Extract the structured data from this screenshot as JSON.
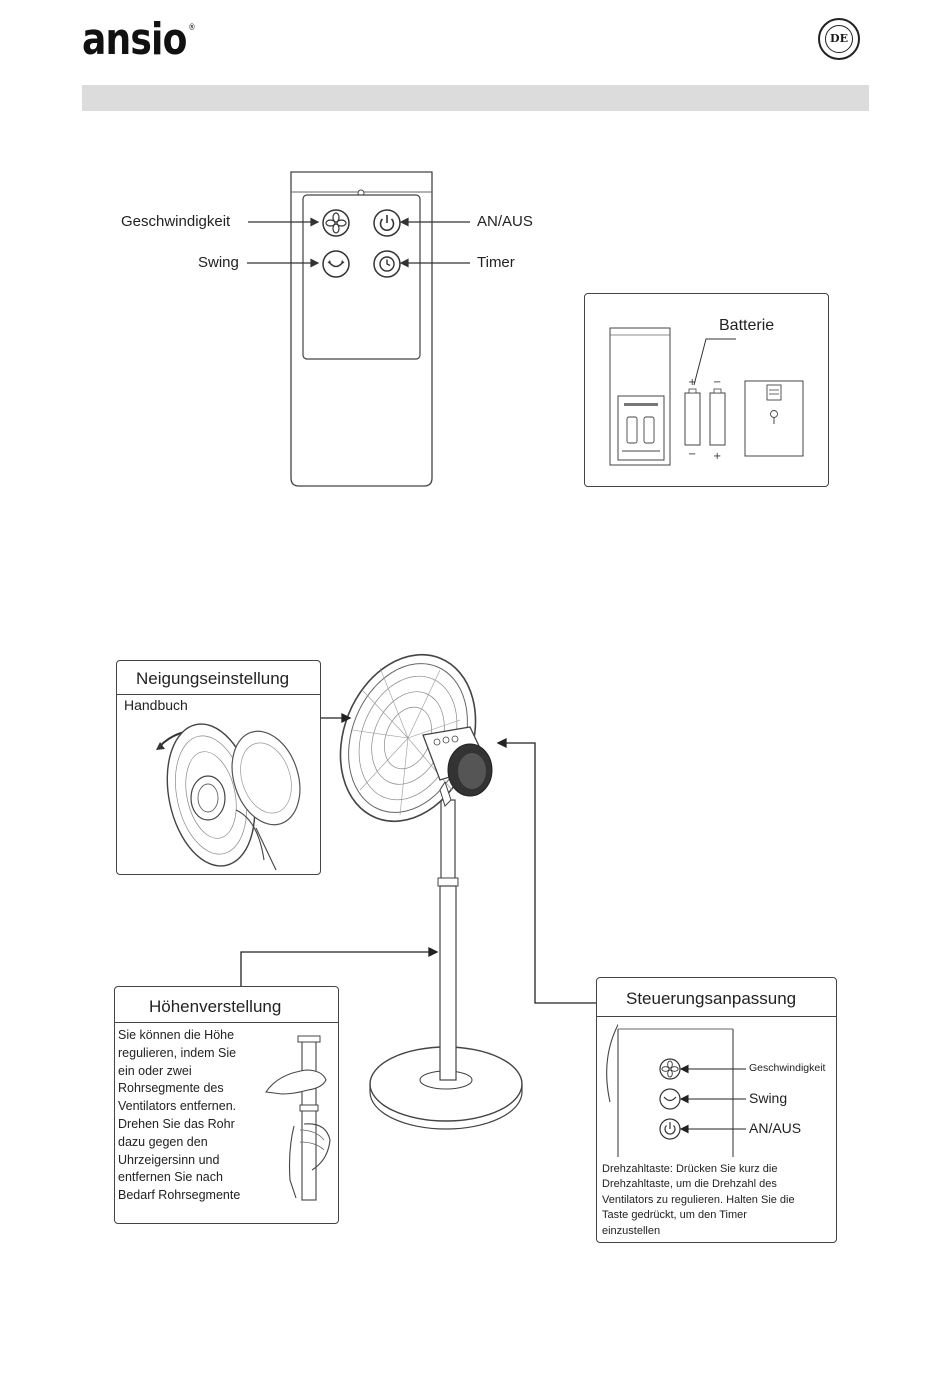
{
  "brand": {
    "logo_text": "ansio",
    "registered_mark": "®",
    "language_badge": "DE"
  },
  "remote_section": {
    "labels": {
      "speed": "Geschwindigkeit",
      "power": "AN/AUS",
      "swing": "Swing",
      "timer": "Timer"
    },
    "battery_label": "Batterie",
    "icons": [
      "fan-speed-icon",
      "power-icon",
      "swing-icon",
      "timer-icon"
    ]
  },
  "fan_section": {
    "tilt_box": {
      "title": "Neigungseinstellung",
      "subtitle": "Handbuch"
    },
    "height_box": {
      "title": "Höhenverstellung",
      "lines": [
        "Sie können die Höhe",
        "regulieren, indem Sie",
        "ein oder zwei",
        "Rohrsegmente des",
        "Ventilators entfernen.",
        "Drehen Sie das Rohr",
        "dazu gegen den",
        "Uhrzeigersinn und",
        "entfernen Sie nach",
        "Bedarf Rohrsegmente"
      ]
    },
    "control_box": {
      "title": "Steuerungsanpassung",
      "labels": {
        "speed": "Geschwindigkeit",
        "swing": "Swing",
        "power": "AN/AUS"
      },
      "lines": [
        "Drehzahltaste: Drücken Sie kurz die",
        "Drehzahltaste, um die Drehzahl des",
        "Ventilators zu regulieren. Halten Sie die",
        "Taste gedrückt, um den Timer",
        "einzustellen"
      ]
    }
  }
}
